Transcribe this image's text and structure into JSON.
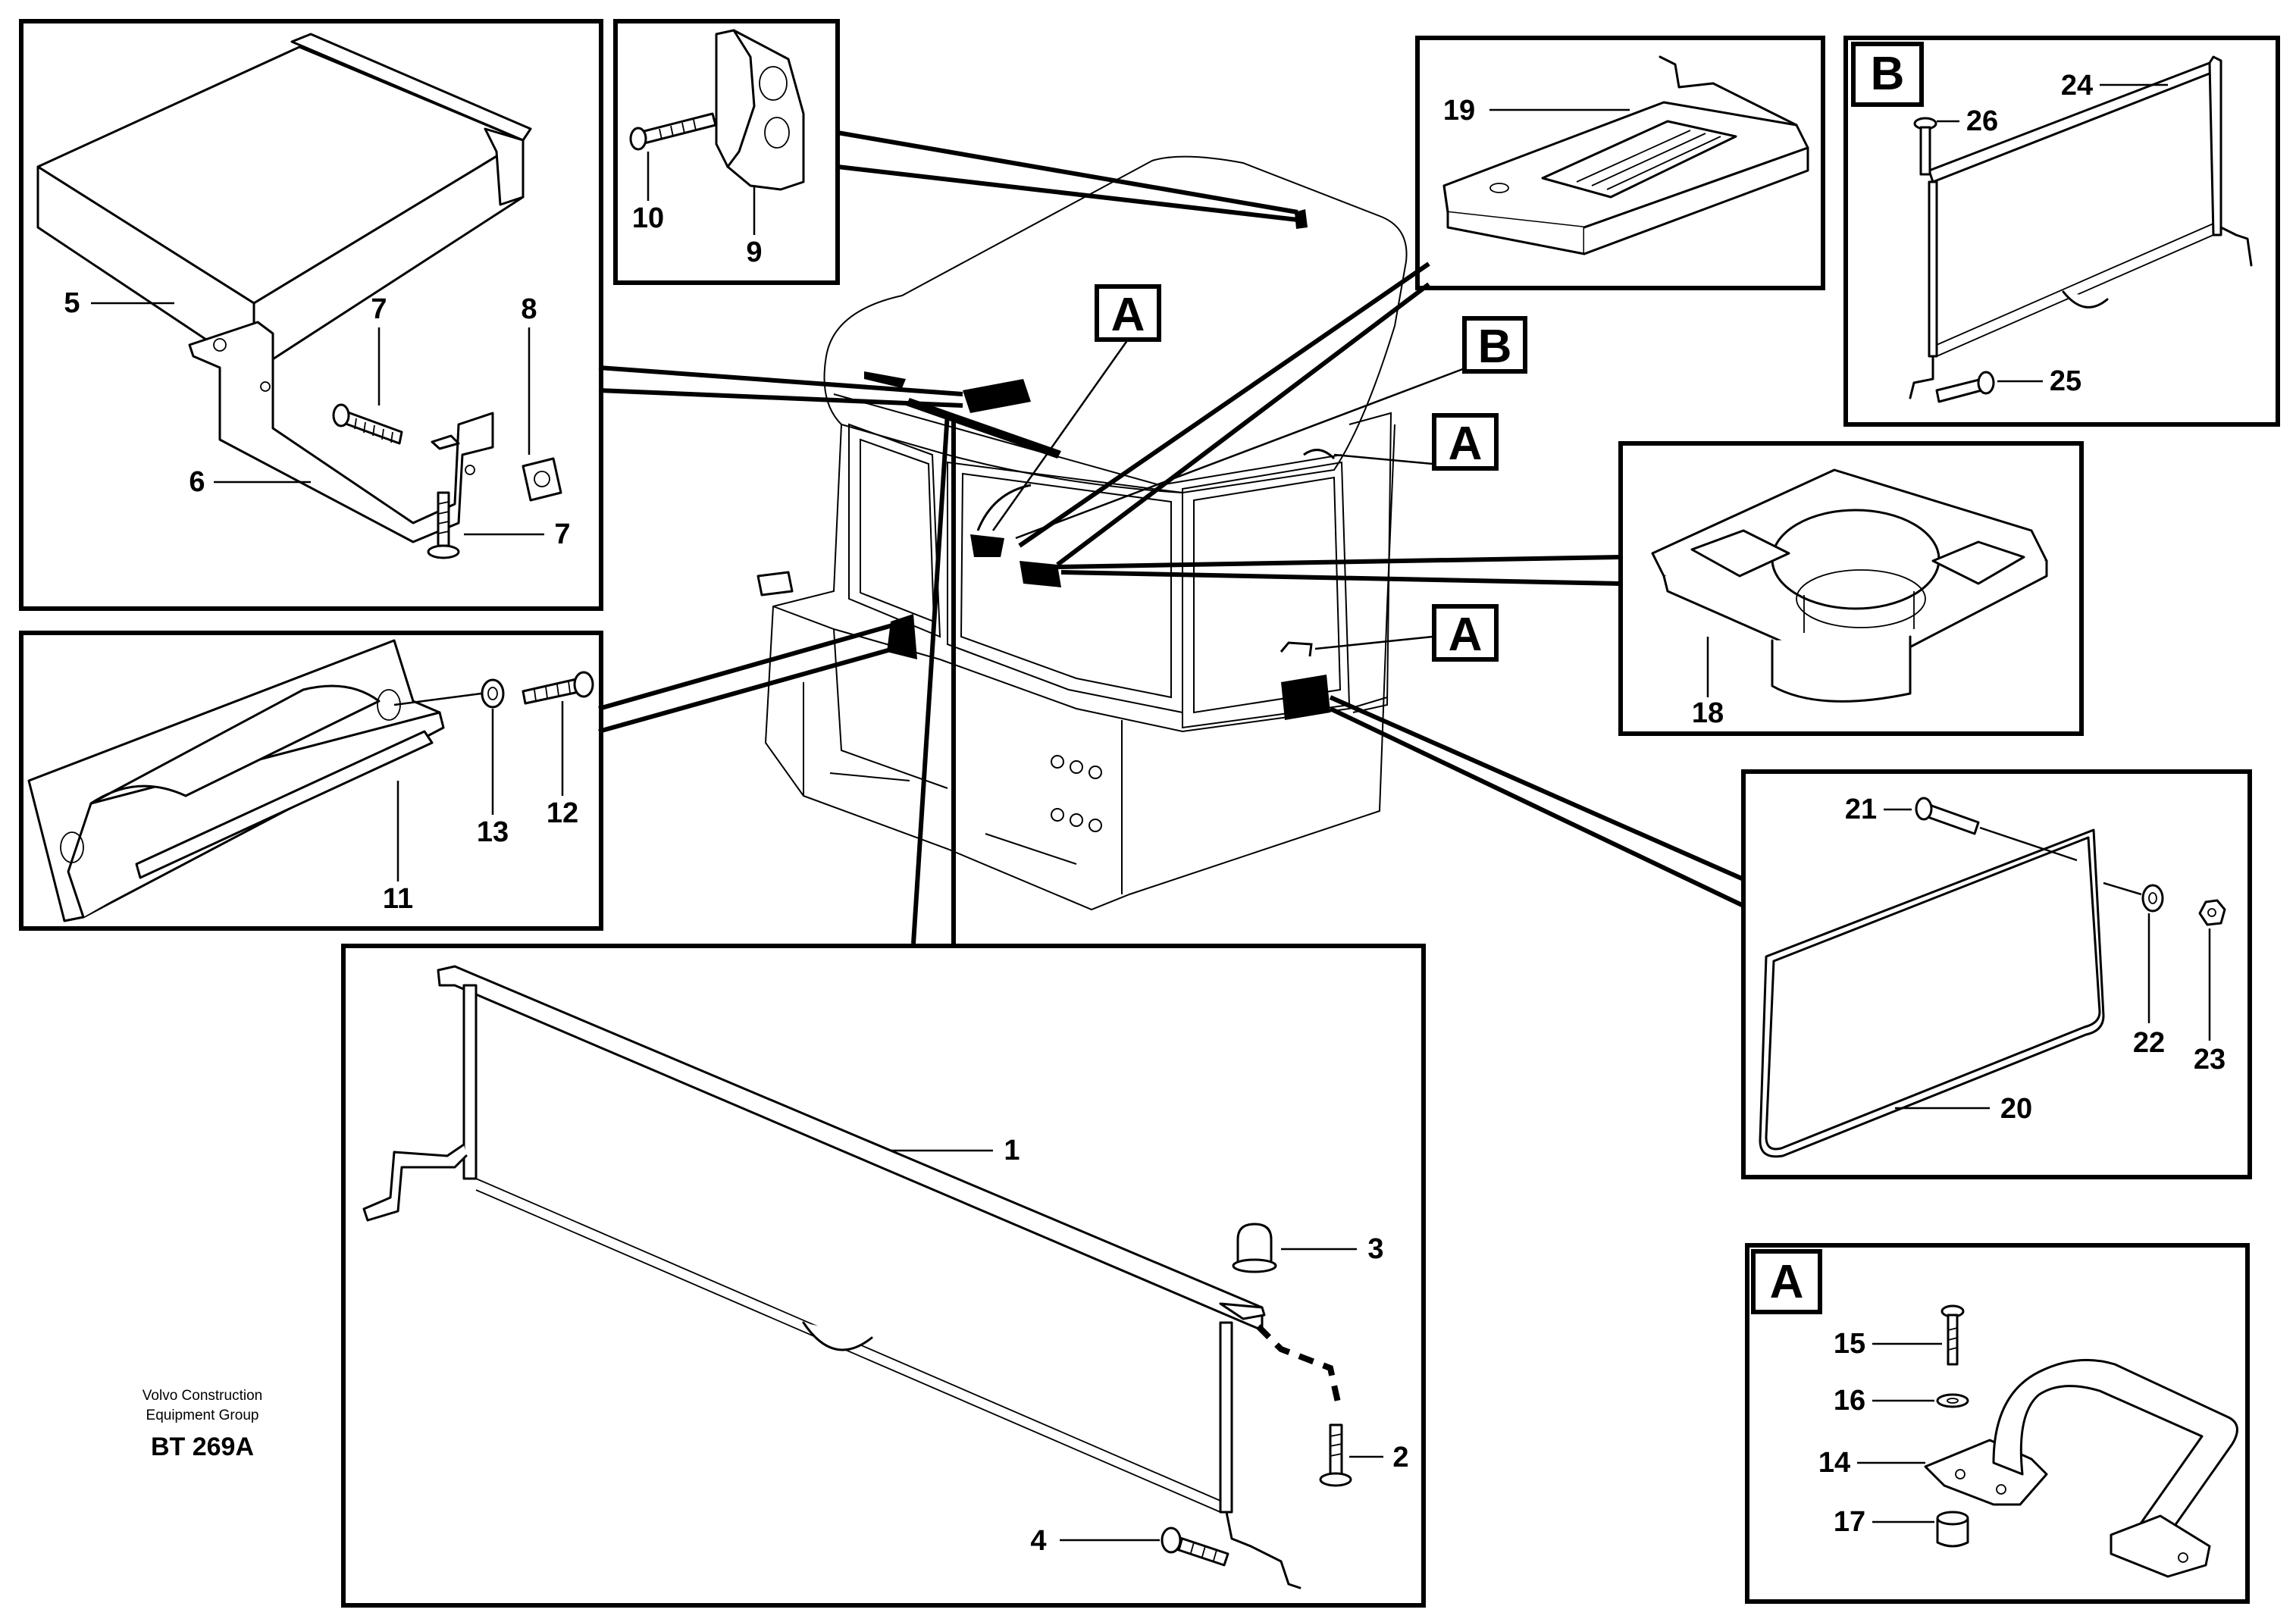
{
  "credit": {
    "line1": "Volvo Construction",
    "line2": "Equipment Group",
    "code": "BT 269A"
  },
  "callouts": {
    "A_top": "A",
    "B_top": "B",
    "A_right1": "A",
    "A_right2": "A",
    "B_panel": "B",
    "A_panel": "A"
  },
  "labels": {
    "p1": "1",
    "p2": "2",
    "p3": "3",
    "p4": "4",
    "p5": "5",
    "p6": "6",
    "p7a": "7",
    "p7b": "7",
    "p8": "8",
    "p9": "9",
    "p10": "10",
    "p11": "11",
    "p12": "12",
    "p13": "13",
    "p14": "14",
    "p15": "15",
    "p16": "16",
    "p17": "17",
    "p18": "18",
    "p19": "19",
    "p20": "20",
    "p21": "21",
    "p22": "22",
    "p23": "23",
    "p24": "24",
    "p25": "25",
    "p26": "26"
  }
}
